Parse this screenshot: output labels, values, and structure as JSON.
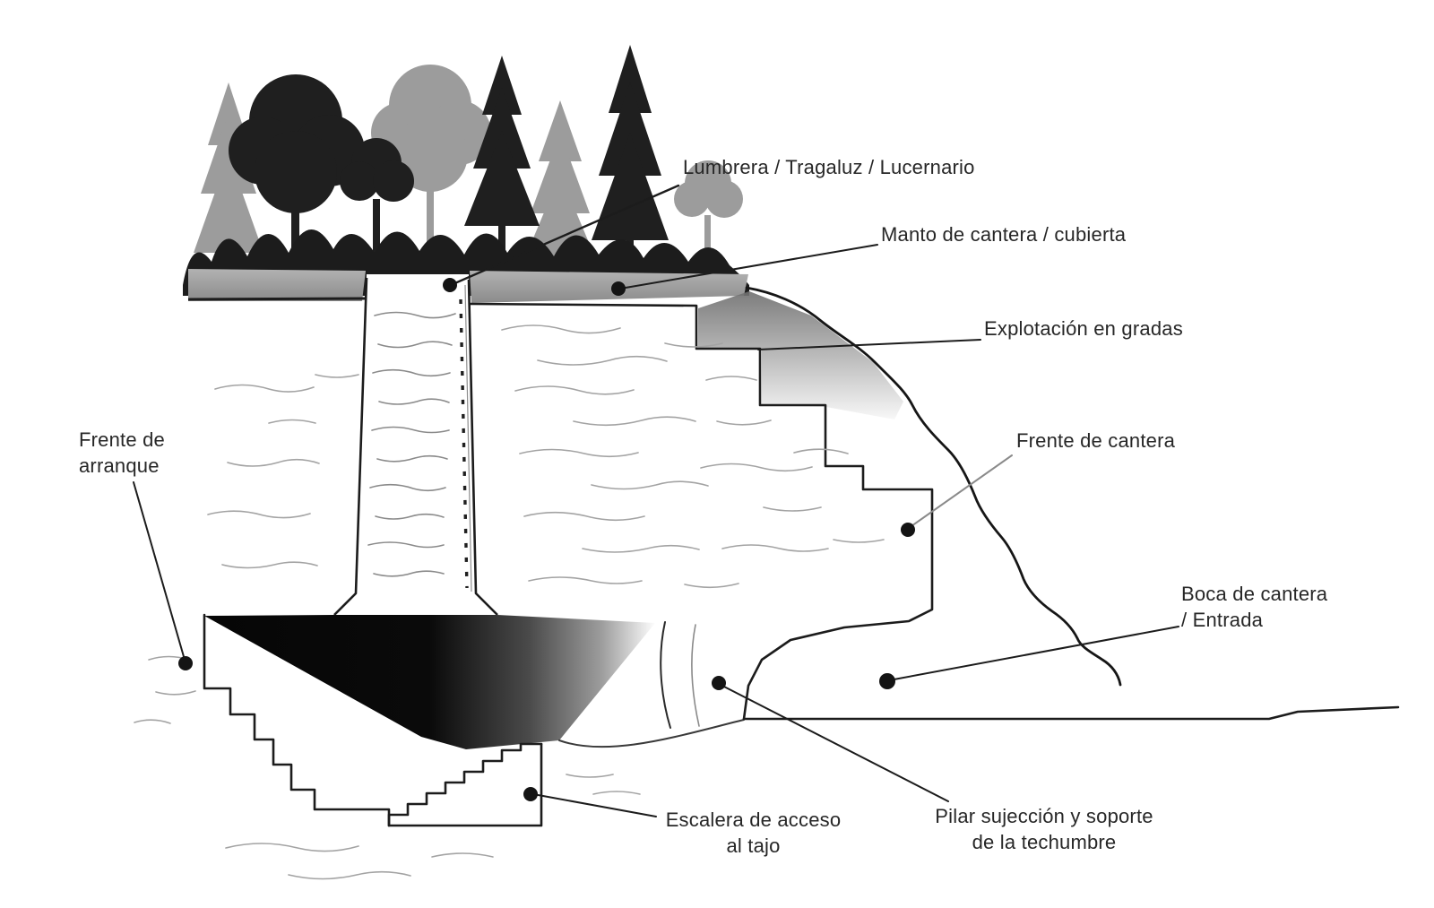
{
  "labels": {
    "lumbrera": "Lumbrera / Tragaluz / Lucernario",
    "manto": "Manto de cantera / cubierta",
    "explotacion": "Explotación en gradas",
    "frente_cantera": "Frente de cantera",
    "frente_arranque": "Frente de\narranque",
    "boca": "Boca de cantera\n/ Entrada",
    "escalera": "Escalera de acceso\nal tajo",
    "pilar": "Pilar sujección y soporte\nde la techumbre"
  },
  "colors": {
    "ink": "#1c1c1c",
    "soil_gray": "#9a9a9a",
    "tree_gray": "#9c9c9c",
    "texture_gray": "#a3a3a3",
    "background": "#ffffff"
  }
}
